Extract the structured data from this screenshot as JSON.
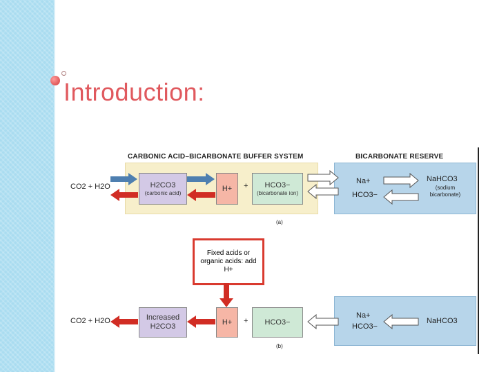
{
  "slide": {
    "title": "Introduction:"
  },
  "diagram_a": {
    "buffer_header": "CARBONIC ACID–BICARBONATE BUFFER SYSTEM",
    "reserve_header": "BICARBONATE RESERVE",
    "co2_label": "CO2 + H2O",
    "h2co3": "H2CO3",
    "h2co3_sub": "(carbonic acid)",
    "h_ion": "H+",
    "plus": "+",
    "hco3": "HCO3−",
    "hco3_sub": "(bicarbonate ion)",
    "na": "Na+",
    "hco3_reserve": "HCO3−",
    "nahco3": "NaHCO3",
    "sodium_bicarbonate": "(sodium bicarbonate)",
    "caption": "(a)"
  },
  "diagram_b": {
    "fixed_acids": "Fixed acids or organic acids: add H+",
    "co2_label": "CO2 + H2O",
    "increased_h2co3": "Increased H2CO3",
    "h_ion": "H+",
    "plus": "+",
    "hco3": "HCO3−",
    "na": "Na+",
    "hco3_reserve": "HCO3−",
    "nahco3": "NaHCO3",
    "caption": "(b)"
  },
  "colors": {
    "title": "#e0595e",
    "sidebar": "#a9dcf0",
    "blue_arrow": "#4e7fb0",
    "red_arrow": "#d12d24"
  }
}
